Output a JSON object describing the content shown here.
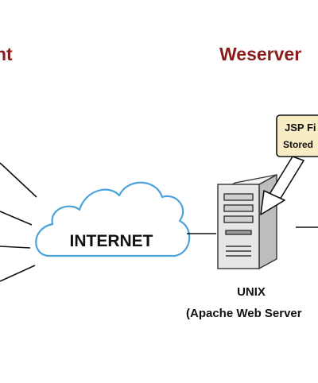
{
  "headings": {
    "left_fragment": "nt",
    "right": "Weserver"
  },
  "cloud": {
    "label": "INTERNET"
  },
  "server": {
    "line1": "UNIX",
    "line2": "(Apache Web Server"
  },
  "note": {
    "line1": "JSP Fi",
    "line2": "Stored"
  },
  "colors": {
    "heading": "#8a1c1c",
    "cloud_stroke": "#4aa3dc",
    "note_fill": "#f8ecc4",
    "line": "#111111",
    "server_body": "#e6e6e6"
  }
}
